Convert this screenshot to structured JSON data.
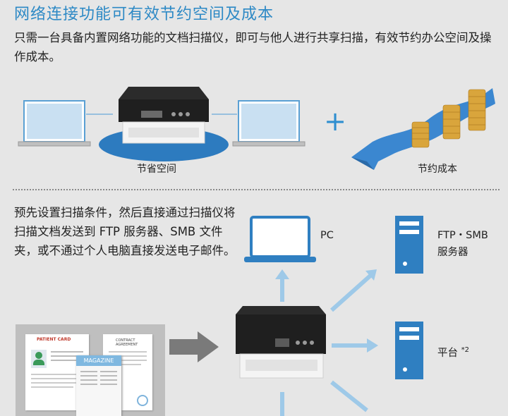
{
  "heading": "网络连接功能可有效节约空间及成本",
  "intro": "只需一台具备内置网络功能的文档扫描仪，即可与他人进行共享扫描，有效节约办公空间及操作成本。",
  "top_diagram": {
    "left_caption": "节省空间",
    "plus_sign": "+",
    "right_caption": "节约成本"
  },
  "description": "预先设置扫描条件，然后直接通过扫描仪将扫描文档发送到 FTP 服务器、SMB 文件夹，或不通过个人电脑直接发送电子邮件。",
  "destinations": {
    "pc": "PC",
    "ftp_line1": "FTP・SMB",
    "ftp_line2": "服务器",
    "platform": "平台",
    "platform_note": "*2"
  },
  "documents": {
    "patient_card": "PATIENT CARD",
    "magazine": "MAGAZINE",
    "contract_line1": "CONTRACT",
    "contract_line2": "AGREEMENT"
  },
  "colors": {
    "heading": "#2d89c5",
    "accent_blue": "#2f7fc1",
    "light_blue_arrow": "#9ec9e8",
    "laptop_screen": "#c9e0f2",
    "ellipse": "#2d7bbf",
    "background": "#e6e6e6"
  }
}
